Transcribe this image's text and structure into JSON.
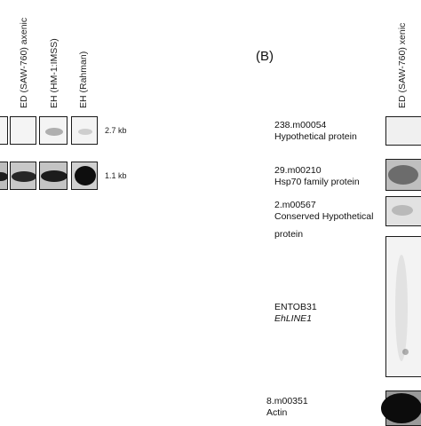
{
  "panel_a": {
    "lane_labels": [
      "ED (SAW-760) axenic",
      "EH (HM-1:IMSS)",
      "EH (Rahman)"
    ],
    "size_labels": [
      "2.7 kb",
      "1.1 kb"
    ]
  },
  "panel_b": {
    "label": "(B)",
    "lane_label": "ED (SAW-760) xenic",
    "rows": [
      {
        "id": "238.m00054",
        "desc": "Hypothetical protein"
      },
      {
        "id": "29.m00210",
        "desc": "Hsp70 family protein"
      },
      {
        "id": "2.m00567",
        "desc": "Conserved Hypothetical",
        "desc2": "protein"
      },
      {
        "id": "ENTOB31",
        "desc": "EhLINE1"
      },
      {
        "id": "8.m00351",
        "desc": "Actin"
      }
    ]
  }
}
